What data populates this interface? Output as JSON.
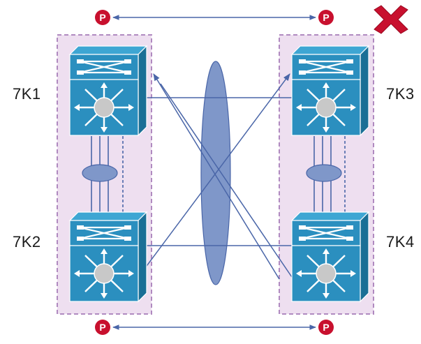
{
  "nodes": [
    {
      "id": "7K1",
      "label": "7K1"
    },
    {
      "id": "7K2",
      "label": "7K2"
    },
    {
      "id": "7K3",
      "label": "7K3"
    },
    {
      "id": "7K4",
      "label": "7K4"
    }
  ],
  "peer_markers": [
    "P",
    "P",
    "P",
    "P"
  ],
  "status": {
    "failed_icon": "red-x-icon"
  },
  "colors": {
    "cluster_fill": "#eedff0",
    "cluster_border": "#b08ac0",
    "switch_dark": "#1a6f96",
    "switch_mid": "#2b8fbf",
    "switch_light": "#3ea6d3",
    "link": "#4a66a8",
    "lag_ellipse": "#7f97c9",
    "peer_marker": "#c8102e",
    "x_mark": "#c8102e"
  }
}
